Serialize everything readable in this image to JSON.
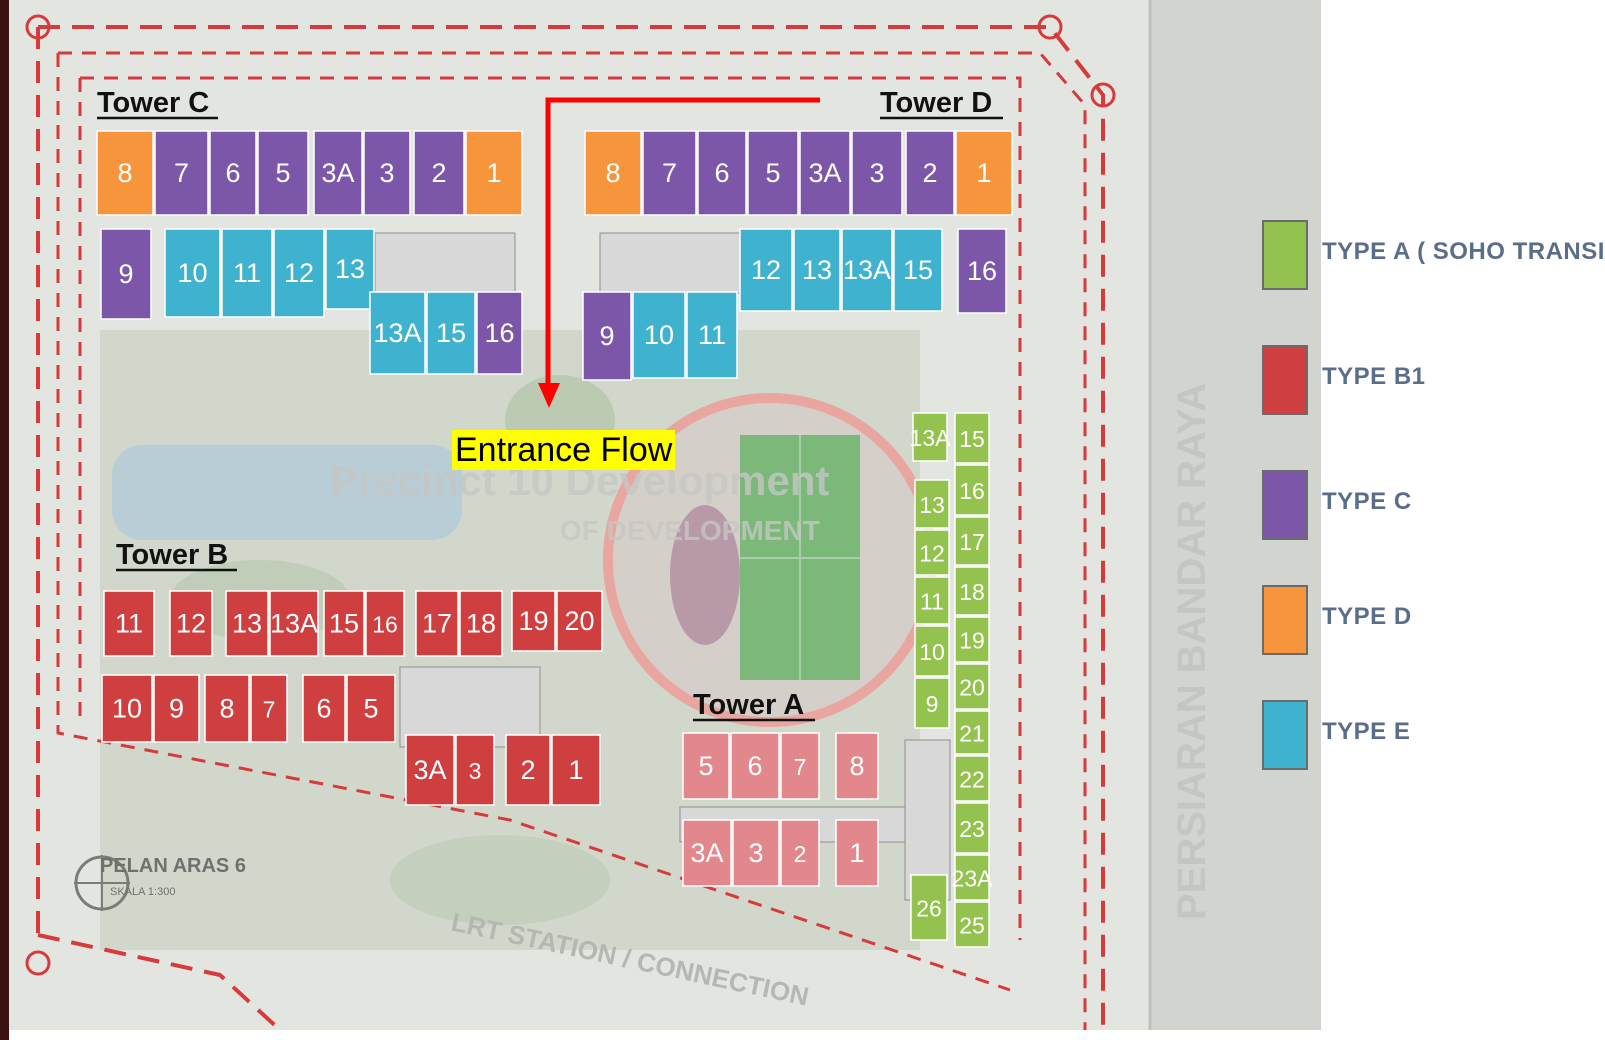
{
  "colors": {
    "type_a": "#93c24f",
    "type_b1": "#cf3f3f",
    "type_b1_light": "#e2878b",
    "type_c": "#7c56a8",
    "type_d": "#f6953c",
    "type_e": "#3fb2cf",
    "arrow": "#ff0000",
    "boundary": "#d63a3a",
    "site_bg": "#e3e5e0"
  },
  "site": {
    "road_label": "PERSIARAN BANDAR RAYA",
    "watermark": "Precinct 10 Development",
    "watermark_sub": "OF DEVELOPMENT",
    "plan_label": "PELAN ARAS 6",
    "plan_scale": "SKALA 1:300",
    "station_label": "LRT STATION / CONNECTION",
    "entrance_label": "Entrance Flow"
  },
  "towers": {
    "c": "Tower C",
    "d": "Tower D",
    "b": "Tower B",
    "a": "Tower A"
  },
  "units": [
    {
      "t": "c-8",
      "label": "8",
      "type": "type_d"
    },
    {
      "t": "c-7",
      "label": "7",
      "type": "type_c"
    },
    {
      "t": "c-6",
      "label": "6",
      "type": "type_c"
    },
    {
      "t": "c-5",
      "label": "5",
      "type": "type_c"
    },
    {
      "t": "c-3A",
      "label": "3A",
      "type": "type_c"
    },
    {
      "t": "c-3",
      "label": "3",
      "type": "type_c"
    },
    {
      "t": "c-2",
      "label": "2",
      "type": "type_c"
    },
    {
      "t": "c-1",
      "label": "1",
      "type": "type_d"
    },
    {
      "t": "c-9",
      "label": "9",
      "type": "type_c"
    },
    {
      "t": "c-10",
      "label": "10",
      "type": "type_e"
    },
    {
      "t": "c-11",
      "label": "11",
      "type": "type_e"
    },
    {
      "t": "c-12",
      "label": "12",
      "type": "type_e"
    },
    {
      "t": "c-13",
      "label": "13",
      "type": "type_e"
    },
    {
      "t": "c-13A",
      "label": "13A",
      "type": "type_e"
    },
    {
      "t": "c-15",
      "label": "15",
      "type": "type_e"
    },
    {
      "t": "c-16",
      "label": "16",
      "type": "type_c"
    },
    {
      "t": "d-8",
      "label": "8",
      "type": "type_d"
    },
    {
      "t": "d-7",
      "label": "7",
      "type": "type_c"
    },
    {
      "t": "d-6",
      "label": "6",
      "type": "type_c"
    },
    {
      "t": "d-5",
      "label": "5",
      "type": "type_c"
    },
    {
      "t": "d-3A",
      "label": "3A",
      "type": "type_c"
    },
    {
      "t": "d-3",
      "label": "3",
      "type": "type_c"
    },
    {
      "t": "d-2",
      "label": "2",
      "type": "type_c"
    },
    {
      "t": "d-1",
      "label": "1",
      "type": "type_d"
    },
    {
      "t": "d-12",
      "label": "12",
      "type": "type_e"
    },
    {
      "t": "d-13",
      "label": "13",
      "type": "type_e"
    },
    {
      "t": "d-13A",
      "label": "13A",
      "type": "type_e"
    },
    {
      "t": "d-15",
      "label": "15",
      "type": "type_e"
    },
    {
      "t": "d-16",
      "label": "16",
      "type": "type_c"
    },
    {
      "t": "d-9",
      "label": "9",
      "type": "type_c"
    },
    {
      "t": "d-10",
      "label": "10",
      "type": "type_e"
    },
    {
      "t": "d-11",
      "label": "11",
      "type": "type_e"
    },
    {
      "t": "b-11",
      "label": "11",
      "type": "type_b1"
    },
    {
      "t": "b-12",
      "label": "12",
      "type": "type_b1"
    },
    {
      "t": "b-13",
      "label": "13",
      "type": "type_b1"
    },
    {
      "t": "b-13A",
      "label": "13A",
      "type": "type_b1"
    },
    {
      "t": "b-15",
      "label": "15",
      "type": "type_b1"
    },
    {
      "t": "b-16",
      "label": "16",
      "type": "type_b1"
    },
    {
      "t": "b-17",
      "label": "17",
      "type": "type_b1"
    },
    {
      "t": "b-18",
      "label": "18",
      "type": "type_b1"
    },
    {
      "t": "b-19",
      "label": "19",
      "type": "type_b1"
    },
    {
      "t": "b-20",
      "label": "20",
      "type": "type_b1"
    },
    {
      "t": "b-10",
      "label": "10",
      "type": "type_b1"
    },
    {
      "t": "b-9",
      "label": "9",
      "type": "type_b1"
    },
    {
      "t": "b-8",
      "label": "8",
      "type": "type_b1"
    },
    {
      "t": "b-7",
      "label": "7",
      "type": "type_b1"
    },
    {
      "t": "b-6",
      "label": "6",
      "type": "type_b1"
    },
    {
      "t": "b-5",
      "label": "5",
      "type": "type_b1"
    },
    {
      "t": "b-3A",
      "label": "3A",
      "type": "type_b1"
    },
    {
      "t": "b-3",
      "label": "3",
      "type": "type_b1"
    },
    {
      "t": "b-2",
      "label": "2",
      "type": "type_b1"
    },
    {
      "t": "b-1",
      "label": "1",
      "type": "type_b1"
    },
    {
      "t": "a-5",
      "label": "5",
      "type": "type_b1_light"
    },
    {
      "t": "a-6",
      "label": "6",
      "type": "type_b1_light"
    },
    {
      "t": "a-7",
      "label": "7",
      "type": "type_b1_light"
    },
    {
      "t": "a-8",
      "label": "8",
      "type": "type_b1_light"
    },
    {
      "t": "a-3A",
      "label": "3A",
      "type": "type_b1_light"
    },
    {
      "t": "a-3",
      "label": "3",
      "type": "type_b1_light"
    },
    {
      "t": "a-2",
      "label": "2",
      "type": "type_b1_light"
    },
    {
      "t": "a-1",
      "label": "1",
      "type": "type_b1_light"
    },
    {
      "t": "s-13A",
      "label": "13A",
      "type": "type_a"
    },
    {
      "t": "s-13",
      "label": "13",
      "type": "type_a"
    },
    {
      "t": "s-12",
      "label": "12",
      "type": "type_a"
    },
    {
      "t": "s-11",
      "label": "11",
      "type": "type_a"
    },
    {
      "t": "s-10",
      "label": "10",
      "type": "type_a"
    },
    {
      "t": "s-9",
      "label": "9",
      "type": "type_a"
    },
    {
      "t": "s-26",
      "label": "26",
      "type": "type_a"
    },
    {
      "t": "s-15",
      "label": "15",
      "type": "type_a"
    },
    {
      "t": "s-16",
      "label": "16",
      "type": "type_a"
    },
    {
      "t": "s-17",
      "label": "17",
      "type": "type_a"
    },
    {
      "t": "s-18",
      "label": "18",
      "type": "type_a"
    },
    {
      "t": "s-19",
      "label": "19",
      "type": "type_a"
    },
    {
      "t": "s-20",
      "label": "20",
      "type": "type_a"
    },
    {
      "t": "s-21",
      "label": "21",
      "type": "type_a"
    },
    {
      "t": "s-22",
      "label": "22",
      "type": "type_a"
    },
    {
      "t": "s-23",
      "label": "23",
      "type": "type_a"
    },
    {
      "t": "s-23A",
      "label": "23A",
      "type": "type_a"
    },
    {
      "t": "s-25",
      "label": "25",
      "type": "type_a"
    }
  ],
  "legend": [
    {
      "label": "TYPE A ( SOHO TRANSIT)",
      "color": "#93c24f"
    },
    {
      "label": "TYPE B1",
      "color": "#cf3f3f"
    },
    {
      "label": "TYPE C",
      "color": "#7c56a8"
    },
    {
      "label": "TYPE D",
      "color": "#f6953c"
    },
    {
      "label": "TYPE E",
      "color": "#3fb2cf"
    }
  ]
}
